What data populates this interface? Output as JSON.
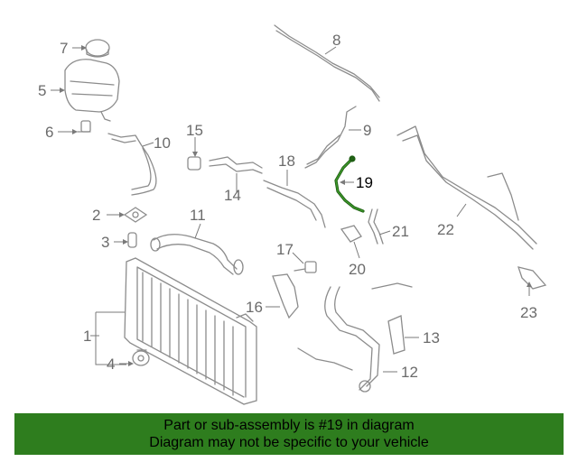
{
  "callouts": {
    "c1": "1",
    "c2": "2",
    "c3": "3",
    "c4": "4",
    "c5": "5",
    "c6": "6",
    "c7": "7",
    "c8": "8",
    "c9": "9",
    "c10": "10",
    "c11": "11",
    "c12": "12",
    "c13": "13",
    "c14": "14",
    "c15": "15",
    "c16": "16",
    "c17": "17",
    "c18": "18",
    "c19": "19",
    "c20": "20",
    "c21": "21",
    "c22": "22",
    "c23": "23"
  },
  "highlight": {
    "part": "19",
    "color": "#2e7d1e"
  },
  "banner": {
    "line1": "Part or sub-assembly is #19 in diagram",
    "line2": "Diagram may not be specific to your vehicle"
  }
}
